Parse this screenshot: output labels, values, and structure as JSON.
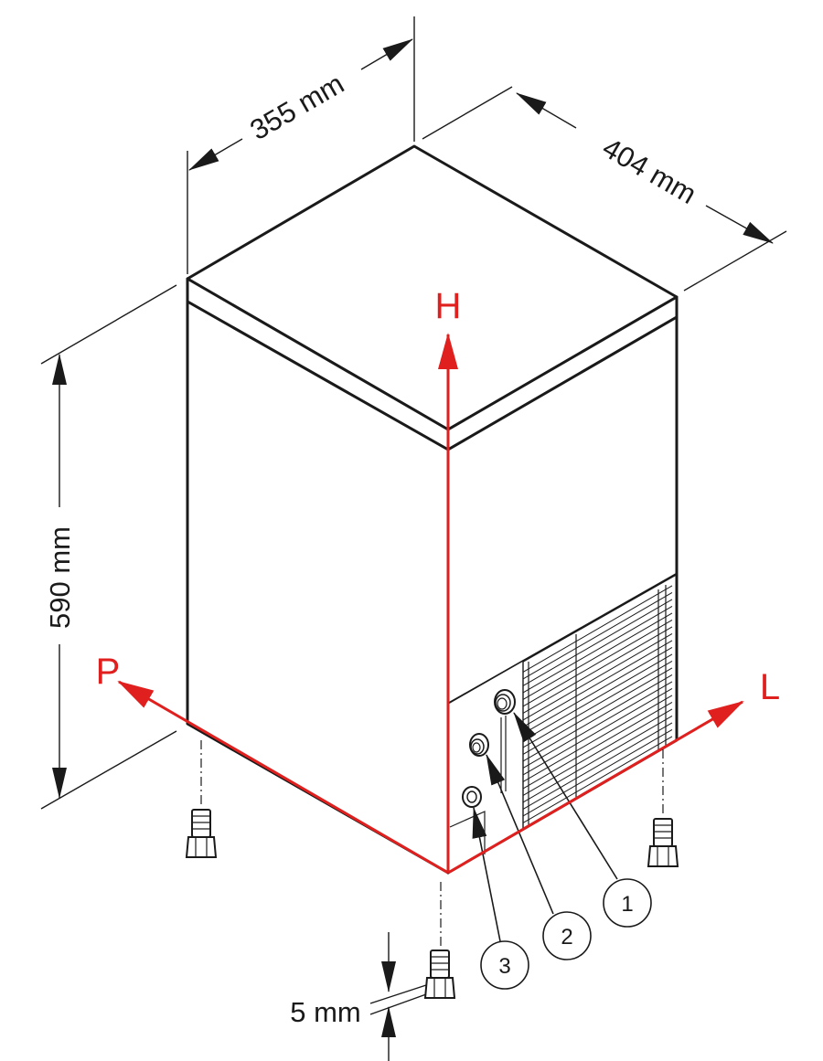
{
  "dimensions": {
    "width": "355 mm",
    "depth": "404 mm",
    "height": "590 mm",
    "foot_adjust": "5 mm"
  },
  "axes": {
    "height": "H",
    "depth": "P",
    "length": "L"
  },
  "connections": [
    {
      "number": "1"
    },
    {
      "number": "2"
    },
    {
      "number": "3"
    }
  ],
  "colors": {
    "outline": "#1a1a1a",
    "axis": "#e0201e",
    "background": "#ffffff"
  }
}
